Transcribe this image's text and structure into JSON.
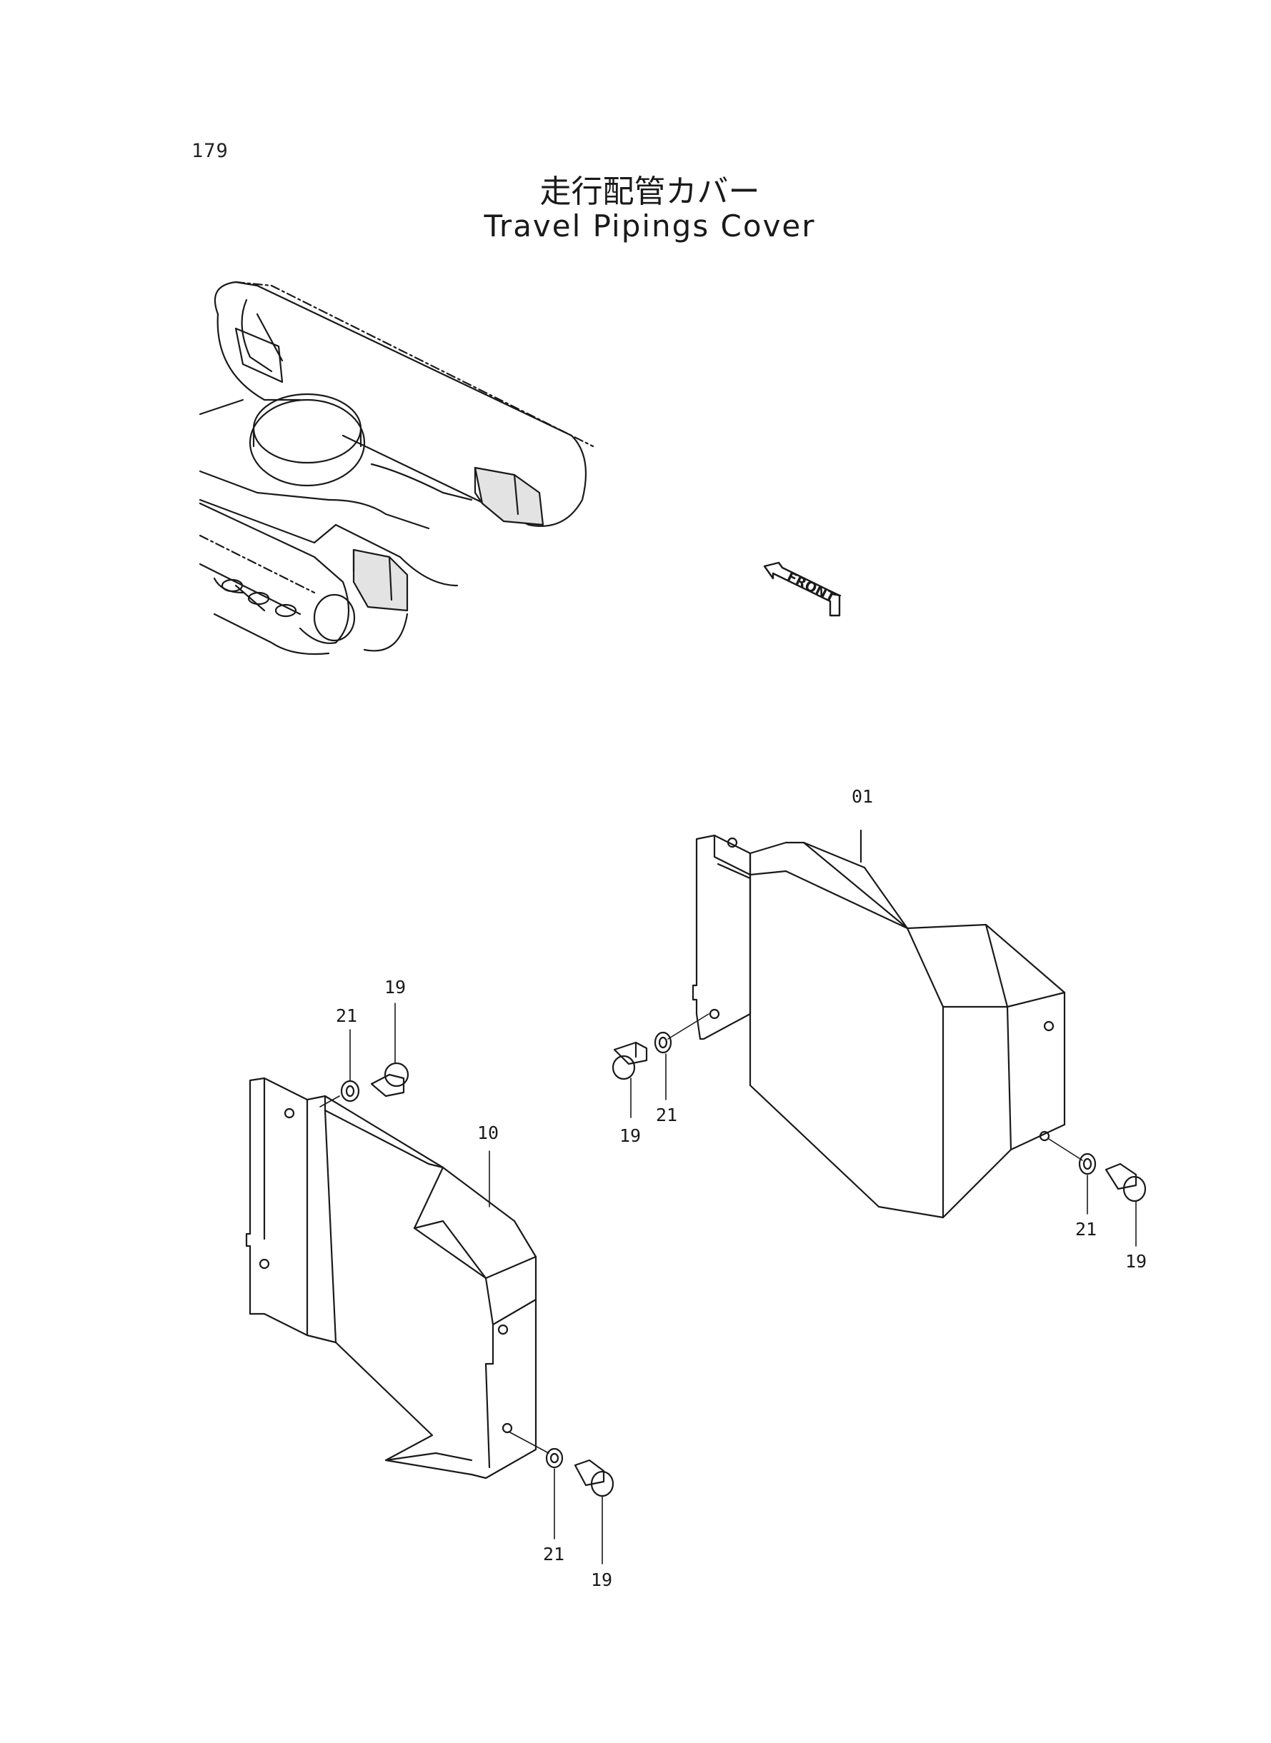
{
  "page_number": "179",
  "title_jp": "走行配管カバー",
  "title_en": "Travel Pipings Cover",
  "direction_label": "FRONT",
  "callouts": {
    "cover_a": "01",
    "cover_b": "10",
    "bolt_a_left": "19",
    "washer_a_left": "21",
    "bolt_a_right": "19",
    "washer_a_right": "21",
    "bolt_b_top": "19",
    "washer_b_top": "21",
    "bolt_b_bottom": "19",
    "washer_b_bottom": "21"
  },
  "colors": {
    "line": "#1a1a1a",
    "stipple": "#bfbfbf"
  }
}
